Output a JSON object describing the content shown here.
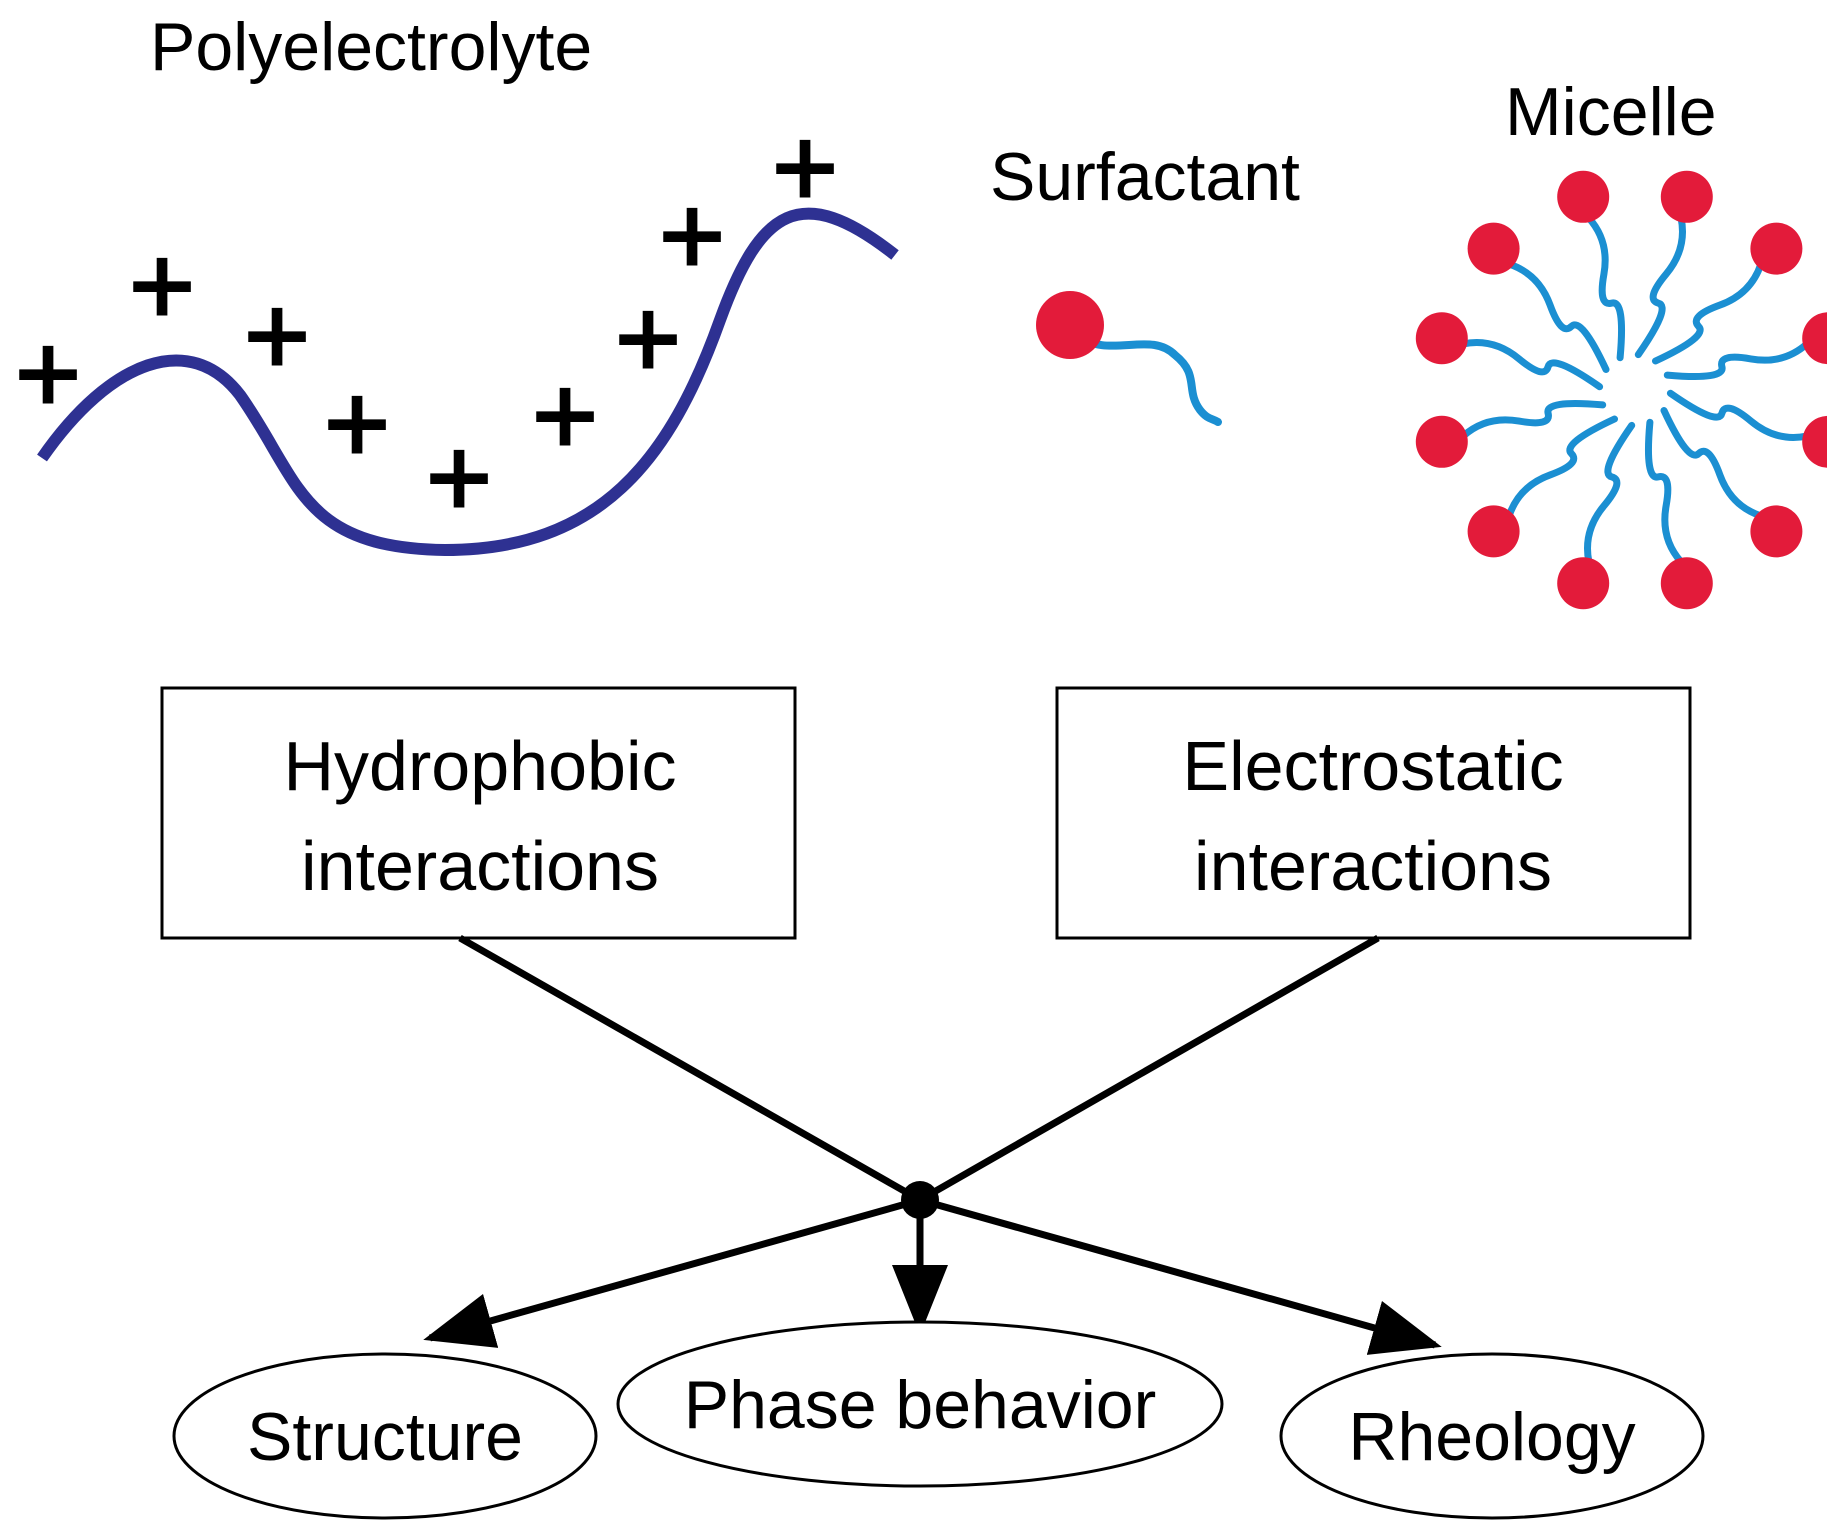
{
  "labels": {
    "polyelectrolyte": "Polyelectrolyte",
    "surfactant": "Surfactant",
    "micelle": "Micelle"
  },
  "charges": {
    "symbol": "+",
    "count": 9
  },
  "boxes": {
    "hydrophobic": {
      "line1": "Hydrophobic",
      "line2": "interactions"
    },
    "electrostatic": {
      "line1": "Electrostatic",
      "line2": "interactions"
    }
  },
  "outcomes": {
    "structure": "Structure",
    "phase_behavior": "Phase behavior",
    "rheology": "Rheology"
  },
  "micelle": {
    "molecule_count": 12
  },
  "colors": {
    "polymer_chain": "#2E3192",
    "surfactant_head": "#E31B3A",
    "surfactant_tail": "#1B8FD2",
    "lines": "#000000"
  }
}
